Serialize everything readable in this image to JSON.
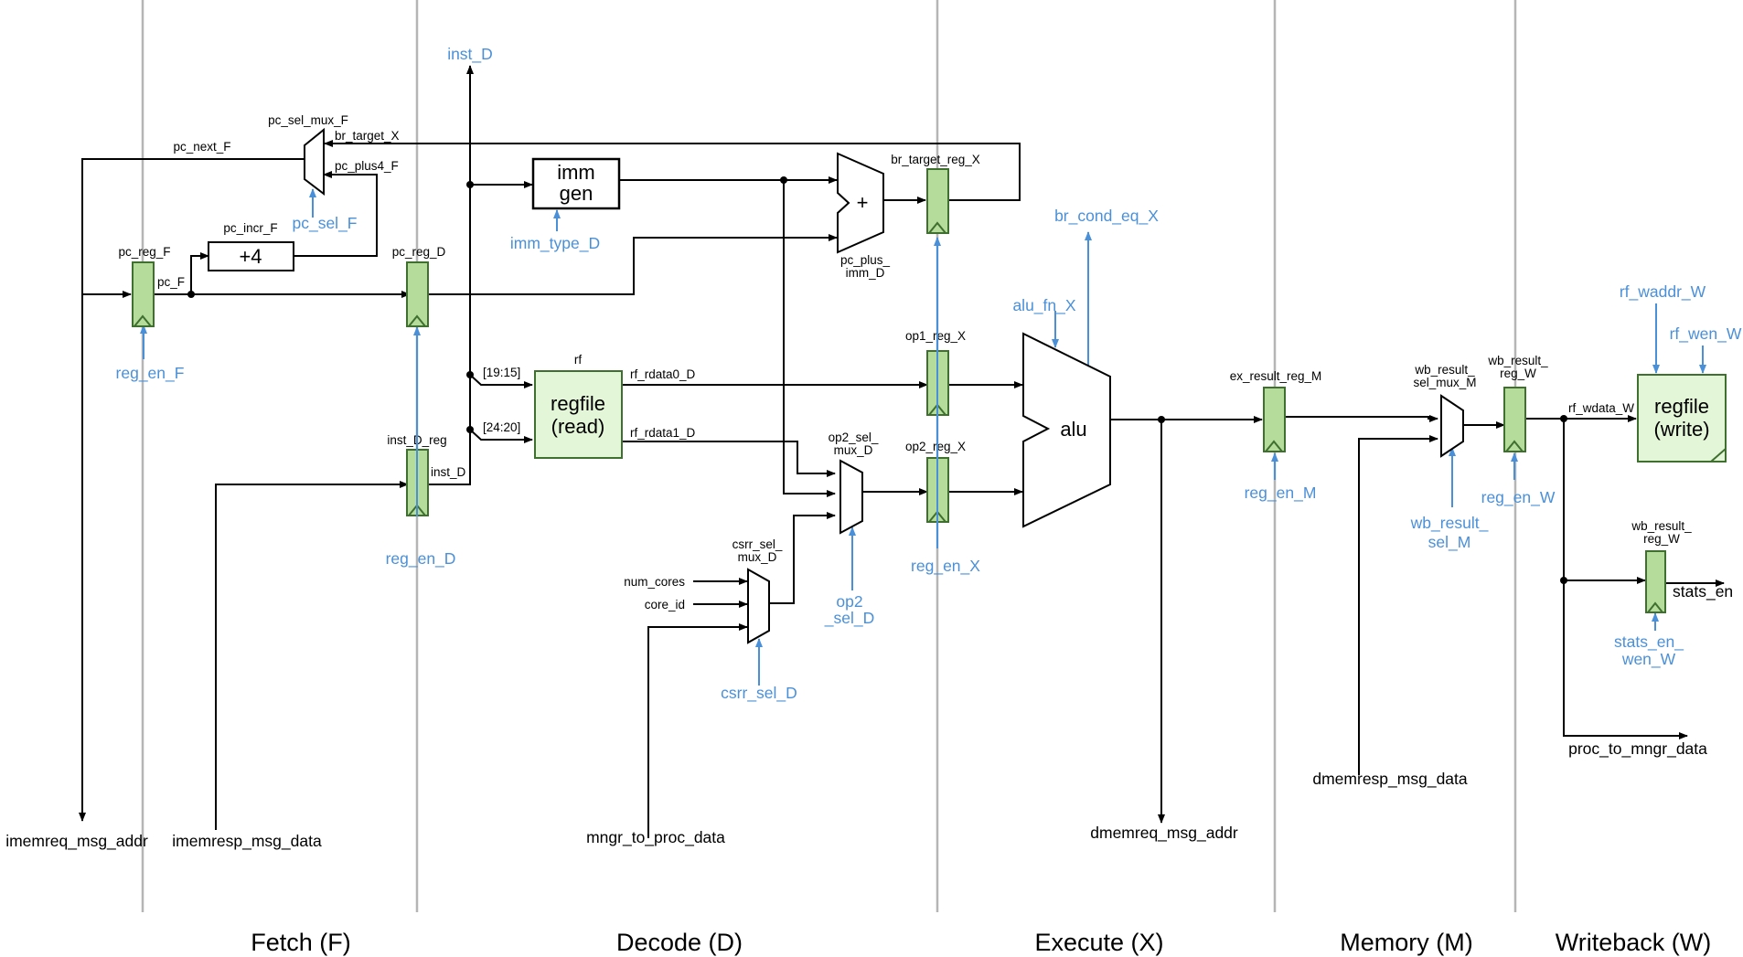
{
  "stages": [
    "Fetch (F)",
    "Decode (D)",
    "Execute (X)",
    "Memory (M)",
    "Writeback (W)"
  ],
  "blocks": {
    "pc_sel_mux": "pc_sel_mux_F",
    "pc_incr": "pc_incr_F",
    "pc_incr_op": "+4",
    "pc_reg_F": "pc_reg_F",
    "pc_reg_D": "pc_reg_D",
    "inst_D_reg": "inst_D_reg",
    "rf": "rf",
    "regfile_read_l1": "regfile",
    "regfile_read_l2": "(read)",
    "imm_gen_l1": "imm",
    "imm_gen_l2": "gen",
    "adder_op": "+",
    "pc_plus_imm_l1": "pc_plus_",
    "pc_plus_imm_l2": "imm_D",
    "br_target_reg": "br_target_reg_X",
    "op1_reg": "op1_reg_X",
    "op2_reg": "op2_reg_X",
    "op2_sel_mux_l1": "op2_sel_",
    "op2_sel_mux_l2": "mux_D",
    "csrr_sel_mux_l1": "csrr_sel_",
    "csrr_sel_mux_l2": "mux_D",
    "alu": "alu",
    "ex_result_reg": "ex_result_reg_M",
    "wb_result_sel_mux_l1": "wb_result_",
    "wb_result_sel_mux_l2": "sel_mux_M",
    "wb_result_reg_l1": "wb_result_",
    "wb_result_reg_l2": "reg_W",
    "regfile_write_l1": "regfile",
    "regfile_write_l2": "(write)",
    "wb_result_reg2_l1": "wb_result_",
    "wb_result_reg2_l2": "reg_W"
  },
  "signals": {
    "pc_next_F": "pc_next_F",
    "br_target_X": "br_target_X",
    "pc_plus4_F": "pc_plus4_F",
    "pc_F": "pc_F",
    "inst_D_top": "inst_D",
    "inst_D": "inst_D",
    "bits_19_15": "[19:15]",
    "bits_24_20": "[24:20]",
    "rf_rdata0_D": "rf_rdata0_D",
    "rf_rdata1_D": "rf_rdata1_D",
    "num_cores": "num_cores",
    "core_id": "core_id",
    "rf_wdata_W": "rf_wdata_W",
    "stats_en": "stats_en",
    "proc_to_mngr_data": "proc_to_mngr_data",
    "imemreq_msg_addr": "imemreq_msg_addr",
    "imemresp_msg_data": "imemresp_msg_data",
    "mngr_to_proc_data": "mngr_to_proc_data",
    "dmemreq_msg_addr": "dmemreq_msg_addr",
    "dmemresp_msg_data": "dmemresp_msg_data"
  },
  "controls": {
    "pc_sel_F": "pc_sel_F",
    "reg_en_F": "reg_en_F",
    "reg_en_D": "reg_en_D",
    "imm_type_D": "imm_type_D",
    "br_cond_eq_X": "br_cond_eq_X",
    "alu_fn_X": "alu_fn_X",
    "reg_en_X": "reg_en_X",
    "op2_sel_D_l1": "op2",
    "op2_sel_D_l2": "_sel_D",
    "csrr_sel_D": "csrr_sel_D",
    "reg_en_M": "reg_en_M",
    "wb_result_sel_M_l1": "wb_result_",
    "wb_result_sel_M_l2": "sel_M",
    "reg_en_W": "reg_en_W",
    "rf_waddr_W": "rf_waddr_W",
    "rf_wen_W": "rf_wen_W",
    "stats_en_wen_W_l1": "stats_en_",
    "stats_en_wen_W_l2": "wen_W"
  },
  "colors": {
    "control": "#4a90d9",
    "register_fill": "#b5dc9a",
    "register_stroke": "#3f7030",
    "regfile_fill": "#e4f6d8",
    "stage_separator": "#b5b5b5"
  }
}
